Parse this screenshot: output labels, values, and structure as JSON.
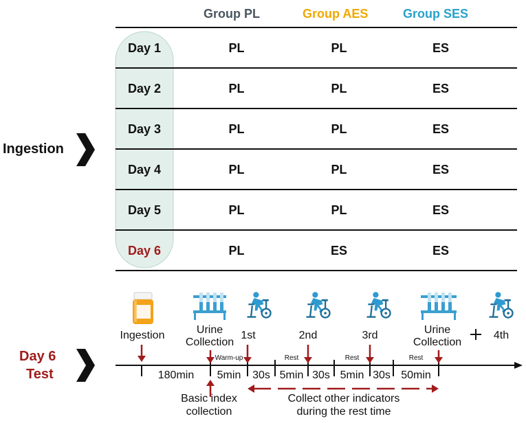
{
  "colors": {
    "group_pl": "#4a5560",
    "group_aes": "#f0a800",
    "group_ses": "#2aa1cc",
    "accent_red": "#a01c1c",
    "day_column_fill": "#e3efeb",
    "icon_blue": "#3b9fd0"
  },
  "table": {
    "headers": [
      "Group PL",
      "Group AES",
      "Group SES"
    ],
    "rows": [
      {
        "day": "Day 1",
        "cells": [
          "PL",
          "PL",
          "ES"
        ]
      },
      {
        "day": "Day 2",
        "cells": [
          "PL",
          "PL",
          "ES"
        ]
      },
      {
        "day": "Day 3",
        "cells": [
          "PL",
          "PL",
          "ES"
        ]
      },
      {
        "day": "Day 4",
        "cells": [
          "PL",
          "PL",
          "ES"
        ]
      },
      {
        "day": "Day 5",
        "cells": [
          "PL",
          "PL",
          "ES"
        ]
      },
      {
        "day": "Day 6",
        "cells": [
          "PL",
          "ES",
          "ES"
        ],
        "highlight": true
      }
    ]
  },
  "side_labels": {
    "ingestion": "Ingestion",
    "test_line1": "Day 6",
    "test_line2": "Test"
  },
  "timeline": {
    "events": {
      "ingestion": "Ingestion",
      "urine1_line1": "Urine",
      "urine1_line2": "Collection",
      "first": "1st",
      "second": "2nd",
      "third": "3rd",
      "urine2_line1": "Urine",
      "urine2_line2": "Collection",
      "plus": "+",
      "fourth": "4th"
    },
    "small_labels": {
      "warmup": "Warm-up",
      "rest1": "Rest",
      "rest2": "Rest",
      "rest3": "Rest"
    },
    "segments": [
      "180min",
      "5min",
      "30s",
      "5min",
      "30s",
      "5min",
      "30s",
      "50min"
    ],
    "basic_index_line1": "Basic index",
    "basic_index_line2": "collection",
    "collect_line1": "Collect other indicators",
    "collect_line2": "during the rest time"
  }
}
